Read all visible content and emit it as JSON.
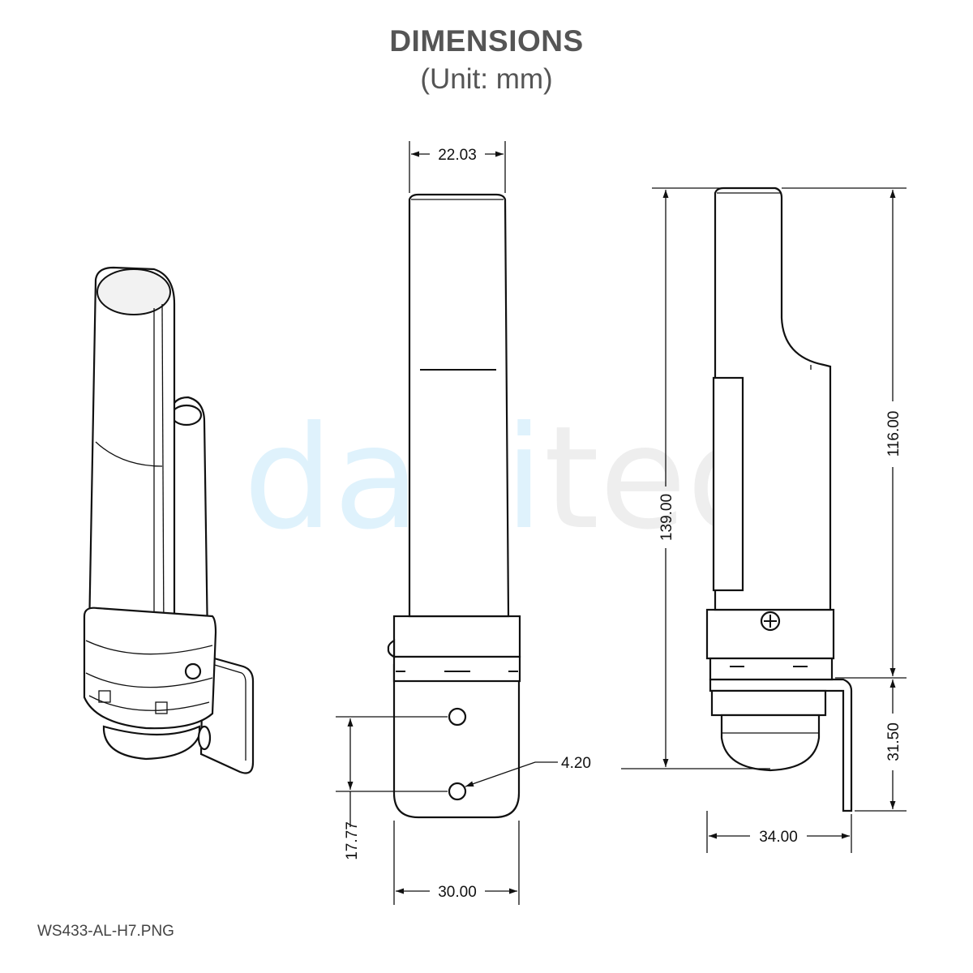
{
  "title": "DIMENSIONS",
  "subtitle": "(Unit: mm)",
  "watermark": {
    "part1": "davi",
    "part2": "teq",
    "color1": "#dff2fc",
    "color2": "#eeeeee"
  },
  "dimensions": {
    "top_width": "22.03",
    "base_width": "30.00",
    "hole_spacing": "17.77",
    "hole_diameter": "4.20",
    "total_height": "139.00",
    "body_height": "116.00",
    "bracket_height": "31.50",
    "depth": "34.00"
  },
  "filename": "WS433-AL-H7.PNG"
}
